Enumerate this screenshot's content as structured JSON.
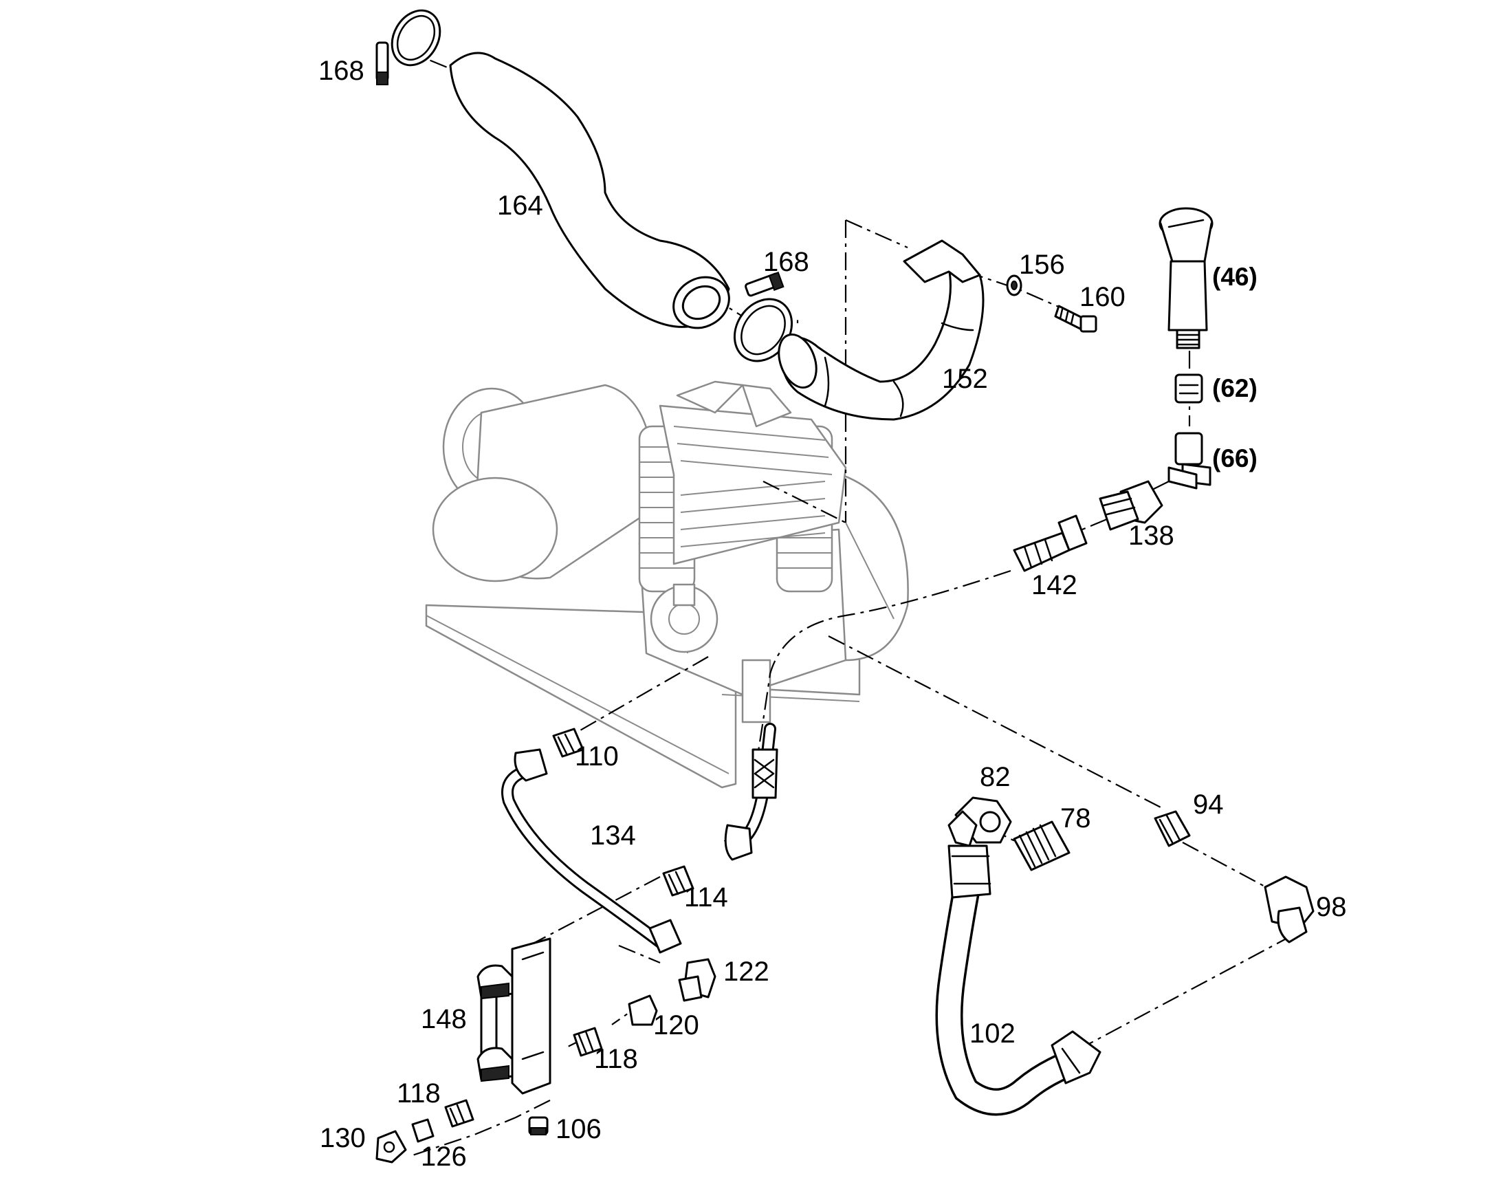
{
  "labels": {
    "p168a": "168",
    "p164": "164",
    "p168b": "168",
    "p156": "156",
    "p160": "160",
    "p152": "152",
    "p46": "(46)",
    "p62": "(62)",
    "p66": "(66)",
    "p138": "138",
    "p142": "142",
    "p110": "110",
    "p134": "134",
    "p114": "114",
    "p122": "122",
    "p120": "120",
    "p118a": "118",
    "p148": "148",
    "p118b": "118",
    "p130": "130",
    "p126": "126",
    "p106": "106",
    "p82": "82",
    "p78": "78",
    "p94": "94",
    "p98": "98",
    "p102": "102"
  }
}
